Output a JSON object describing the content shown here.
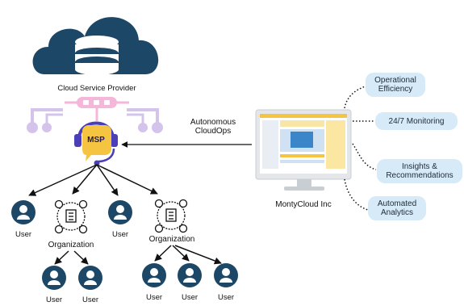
{
  "cloud": {
    "label": "Cloud Service Provider"
  },
  "msp": {
    "label": "MSP"
  },
  "arrow": {
    "label_line1": "Autonomous",
    "label_line2": "CloudOps"
  },
  "montycloud": {
    "label": "MontyCloud Inc"
  },
  "features": [
    {
      "line1": "Operational",
      "line2": "Efficiency"
    },
    {
      "line1": "24/7 Monitoring",
      "line2": ""
    },
    {
      "line1": "Insights &",
      "line2": "Recommendations"
    },
    {
      "line1": "Automated",
      "line2": "Analytics"
    }
  ],
  "tree": {
    "user_label": "User",
    "organization_label": "Organization"
  },
  "colors": {
    "navy": "#1d4766",
    "pink": "#f4b6d9",
    "lavender": "#d4c4ec",
    "yellow": "#f5c542",
    "headset": "#4a3fb6",
    "pill": "#d6eaf8"
  }
}
